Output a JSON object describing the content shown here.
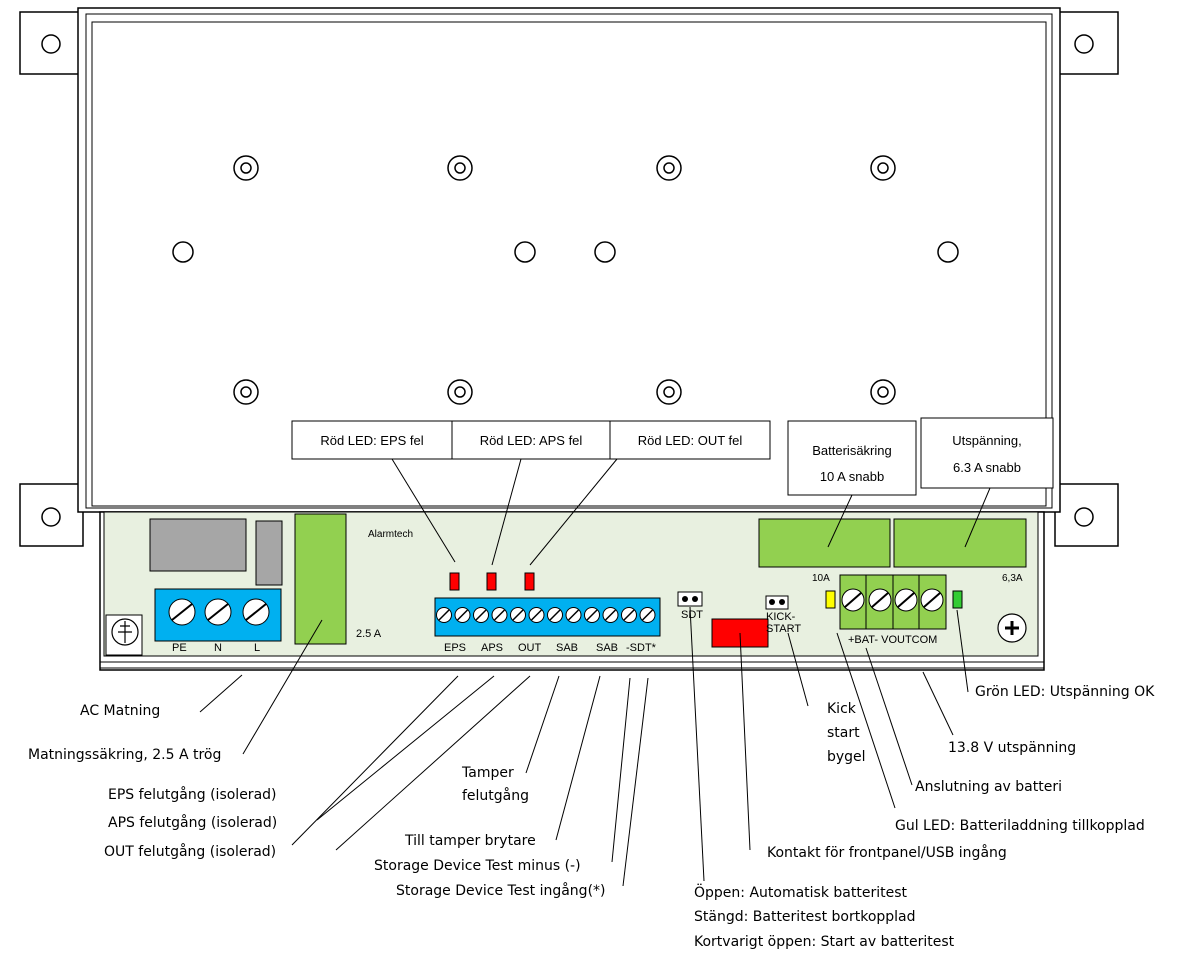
{
  "board": {
    "brand": "Alarmtech",
    "fuse_ac": "2.5 A",
    "fuse_bat": "10A",
    "fuse_out": "6,3A",
    "ac_terminals": [
      "PE",
      "N",
      "L"
    ],
    "signal_terminals": [
      "EPS",
      "APS",
      "OUT",
      "SAB",
      "SAB",
      "-SDT*"
    ],
    "sdt_jumper": "SDT",
    "kick_jumper_1": "KICK-",
    "kick_jumper_2": "START",
    "power_terminals": "+BAT- VOUTCOM"
  },
  "callouts": {
    "led_eps": "Röd LED: EPS fel",
    "led_aps": "Röd LED: APS fel",
    "led_out": "Röd LED: OUT fel",
    "bat_fuse_1": "Batterisäkring",
    "bat_fuse_2": "10 A snabb",
    "out_fuse_1": "Utspänning,",
    "out_fuse_2": "6.3 A snabb"
  },
  "labels": {
    "ac_matning": "AC Matning",
    "matningssakring": "Matningssäkring, 2.5 A trög",
    "eps_out": "EPS felutgång (isolerad)",
    "aps_out": "APS felutgång (isolerad)",
    "out_out": "OUT  felutgång (isolerad)",
    "tamper_1": "Tamper",
    "tamper_2": "felutgång",
    "till_tamper": "Till tamper brytare",
    "sdt_minus": "Storage Device Test minus (-)",
    "sdt_in": "Storage Device Test ingång(*)",
    "oppen": "Öppen: Automatisk batteritest",
    "stangd": "Stängd: Batteritest bortkopplad",
    "kortvarigt": "Kortvarigt öppen: Start av batteritest",
    "kontakt": "Kontakt för frontpanel/USB ingång",
    "kick_1": "Kick",
    "kick_2": "start",
    "kick_3": "bygel",
    "gul_led": "Gul LED: Batteriladdning tillkopplad",
    "anslutning": "Anslutning av batteri",
    "utspanning_138": "13.8 V utspänning",
    "gron_led": "Grön LED: Utspänning OK"
  },
  "colors": {
    "pcb": "#e8f0e0",
    "terminal_blue": "#00b0f0",
    "fuse_green": "#92d050",
    "led_red": "#ff0000",
    "led_yellow": "#ffff00",
    "led_green": "#33cc33",
    "connector_red": "#ff0000",
    "relay_gray": "#a6a6a6"
  }
}
